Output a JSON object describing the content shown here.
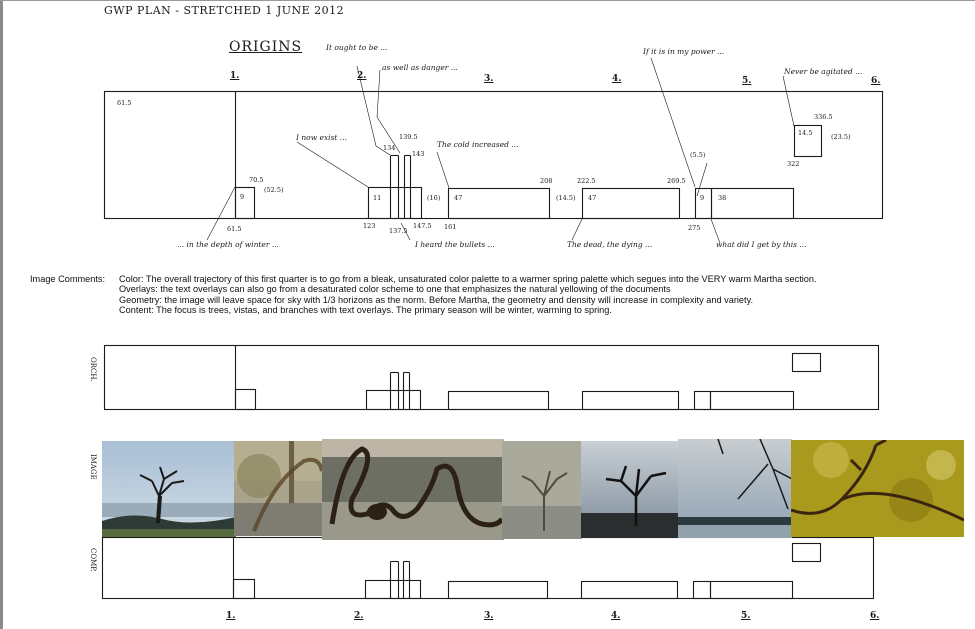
{
  "header": {
    "title": "GWP  PLAN - STRETCHED  1 JUNE 2012",
    "section_title": "ORIGINS"
  },
  "section_numbers": [
    "1.",
    "2.",
    "3.",
    "4.",
    "5.",
    "6."
  ],
  "bottom_section_numbers": [
    "1.",
    "2.",
    "3.",
    "4.",
    "5.",
    "6."
  ],
  "annotations": {
    "quote_1": "It ought to be ...",
    "quote_2": "as well as danger ...",
    "quote_3": "I now exist ...",
    "quote_4": "The cold increased ...",
    "quote_5": "If it is in my power ...",
    "quote_6": "Never be agitated ...",
    "quote_7": "... in the depth of winter ...",
    "quote_8": "I heard the bullets ...",
    "quote_9": "The dead, the dying ...",
    "quote_10": "what did I get by this ..."
  },
  "measurements": {
    "m_61_5_top": "61.5",
    "m_70_5": "70.5",
    "m_52_5": "(52.5)",
    "m_9a": "9",
    "m_61_5_bottom": "61.5",
    "m_123": "123",
    "m_11": "11",
    "m_134": "134",
    "m_139_5": "139.5",
    "m_143": "143",
    "m_137_5": "137.5",
    "m_147_5": "147.5",
    "m_16": "(16)",
    "m_47a": "47",
    "m_161": "161",
    "m_208": "208",
    "m_14_5p": "(14.5)",
    "m_222_5": "222.5",
    "m_47b": "47",
    "m_269_5": "269.5",
    "m_5_5": "(5.5)",
    "m_9b": "9",
    "m_38": "38",
    "m_275": "275",
    "m_336_5": "336.5",
    "m_14_5": "14.5",
    "m_23_5": "(23.5)",
    "m_322": "322"
  },
  "image_comments": {
    "label": "Image Comments:",
    "color": "Color: The overall trajectory of this first quarter is to go from a bleak, unsaturated color palette to a warmer spring palette which segues into the VERY warm Martha section.",
    "overlays": "Overlays: the text overlays can also go from a desaturated color scheme to one that emphasizes the natural yellowing of the documents",
    "geometry": "Geometry: the image will leave space for sky with 1/3 horizons as the norm. Before Martha, the geometry and density will increase in complexity and variety.",
    "content": "Content: The focus is trees, vistas, and branches with text overlays. The primary season will be winter, warming to spring."
  },
  "row_labels": {
    "orch": "ORCH.",
    "image": "IMAGE",
    "comp": "COMP."
  },
  "colors": {
    "ink": "#1a1a1a",
    "sky_blue": "#a9bfd3",
    "warm_sepia": "#8e846a",
    "autumn_yellow": "#b5a21c"
  }
}
